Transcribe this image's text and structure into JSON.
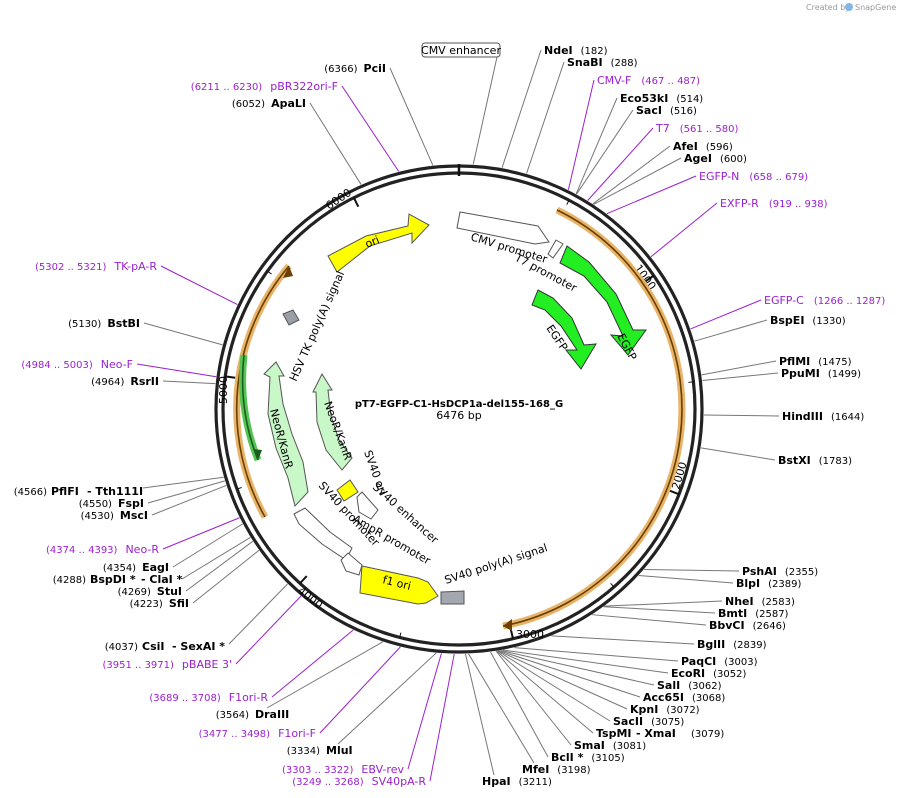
{
  "credit": {
    "prefix": "Created by",
    "brand": "SnapGene"
  },
  "plasmid": {
    "name": "pT7-EGFP-C1-HsDCP1a-del155-168_G",
    "size": "6476 bp"
  },
  "boxed_label": "CMV enhancer",
  "ticks": [
    "1000",
    "2000",
    "3000",
    "4000",
    "5000",
    "6000"
  ],
  "enzymes_right": [
    {
      "name": "NdeI",
      "pos": "(182)"
    },
    {
      "name": "SnaBI",
      "pos": "(288)"
    },
    {
      "name": "Eco53kI",
      "pos": "(514)"
    },
    {
      "name": "SacI",
      "pos": "(516)"
    },
    {
      "name": "AfeI",
      "pos": "(596)"
    },
    {
      "name": "AgeI",
      "pos": "(600)"
    },
    {
      "name": "BspEI",
      "pos": "(1330)"
    },
    {
      "name": "PflMI",
      "pos": "(1475)"
    },
    {
      "name": "PpuMI",
      "pos": "(1499)"
    },
    {
      "name": "HindIII",
      "pos": "(1644)"
    },
    {
      "name": "BstXI",
      "pos": "(1783)"
    },
    {
      "name": "PshAI",
      "pos": "(2355)"
    },
    {
      "name": "BlpI",
      "pos": "(2389)"
    },
    {
      "name": "NheI",
      "pos": "(2583)"
    },
    {
      "name": "BmtI",
      "pos": "(2587)"
    },
    {
      "name": "BbvCI",
      "pos": "(2646)"
    },
    {
      "name": "BglII",
      "pos": "(2839)"
    },
    {
      "name": "PaqCI",
      "pos": "(3003)"
    },
    {
      "name": "EcoRI",
      "pos": "(3052)"
    },
    {
      "name": "SalI",
      "pos": "(3062)"
    },
    {
      "name": "Acc65I",
      "pos": "(3068)"
    },
    {
      "name": "KpnI",
      "pos": "(3072)"
    },
    {
      "name": "SacII",
      "pos": "(3075)"
    },
    {
      "name": "SmaI",
      "pos": "(3081)"
    },
    {
      "name": "BclI *",
      "pos": "(3105)"
    }
  ],
  "tspmi": {
    "name": "TspMI",
    "dash": "- XmaI",
    "pos": "(3079)"
  },
  "enzymes_bottom": [
    {
      "name": "MfeI",
      "pos": "(3198)"
    },
    {
      "name": "HpaI",
      "pos": "(3211)"
    },
    {
      "name": "MluI",
      "pos": "(3334)"
    },
    {
      "name": "DraIII",
      "pos": "(3564)"
    }
  ],
  "enzymes_left": [
    {
      "name": "PciI",
      "pos": "(6366)"
    },
    {
      "name": "ApaLI",
      "pos": "(6052)"
    },
    {
      "name": "BstBI",
      "pos": "(5130)"
    },
    {
      "name": "RsrII",
      "pos": "(4964)"
    },
    {
      "name": "FspI",
      "pos": "(4550)"
    },
    {
      "name": "MscI",
      "pos": "(4530)"
    },
    {
      "name": "EagI",
      "pos": "(4354)"
    },
    {
      "name": "StuI",
      "pos": "(4269)"
    },
    {
      "name": "SfiI",
      "pos": "(4223)"
    }
  ],
  "pflfi": {
    "pos": "(4566)",
    "name": "PflFI",
    "dash": "- Tth111I"
  },
  "bspdi": {
    "pos": "(4288)",
    "name": "BspDI *",
    "dash": "- ClaI *"
  },
  "csii": {
    "pos": "(4037)",
    "name": "CsiI",
    "dash": "- SexAI *"
  },
  "primers_right": [
    {
      "name": "CMV-F",
      "pos": "(467 .. 487)"
    },
    {
      "name": "T7",
      "pos": "(561 .. 580)"
    },
    {
      "name": "EGFP-N",
      "pos": "(658 .. 679)"
    },
    {
      "name": "EXFP-R",
      "pos": "(919 .. 938)"
    },
    {
      "name": "EGFP-C",
      "pos": "(1266 .. 1287)"
    }
  ],
  "primers_left": [
    {
      "name": "pBR322ori-F",
      "pos": "(6211 .. 6230)"
    },
    {
      "name": "TK-pA-R",
      "pos": "(5302 .. 5321)"
    },
    {
      "name": "Neo-F",
      "pos": "(4984 .. 5003)"
    },
    {
      "name": "Neo-R",
      "pos": "(4374 .. 4393)"
    },
    {
      "name": "pBABE 3'",
      "pos": "(3951 .. 3971)"
    },
    {
      "name": "F1ori-R",
      "pos": "(3689 .. 3708)"
    },
    {
      "name": "F1ori-F",
      "pos": "(3477 .. 3498)"
    },
    {
      "name": "EBV-rev",
      "pos": "(3303 .. 3322)"
    },
    {
      "name": "SV40pA-R",
      "pos": "(3249 .. 3268)"
    }
  ],
  "features": {
    "cmv_promoter": "CMV promoter",
    "t7_promoter": "T7 promoter",
    "egfp": "EGFP",
    "ori": "ori",
    "hsv_tk": "HSV TK poly(A) signal",
    "neokanr": "NeoR/KanR",
    "sv40_ori": "SV40 ori",
    "sv40_enhancer": "SV40 enhancer",
    "sv40_promoter": "SV40 promoter",
    "ampr_promoter": "AmpR promoter",
    "f1_ori": "f1 ori",
    "sv40_polya": "SV40 poly(A) signal"
  },
  "colors": {
    "backbone": "#222222",
    "egfp": "#22ee22",
    "ori": "#ffff00",
    "neo": "#c8f7c8",
    "orf": "#e8b46a",
    "primer": "#9b1fd1",
    "sv40_polya": "#a3a8ae"
  }
}
